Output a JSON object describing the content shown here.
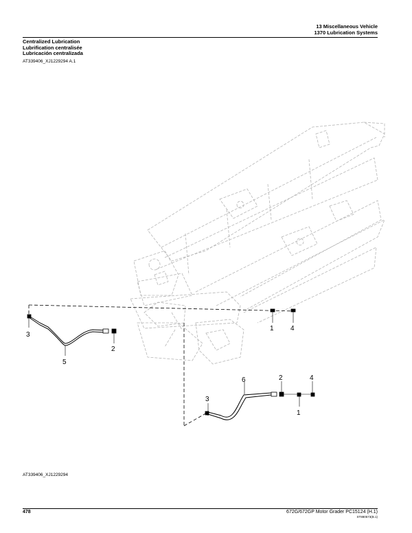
{
  "header": {
    "section": "13 Miscellaneous Vehicle",
    "group": "1370 Lubrication Systems"
  },
  "titles": {
    "en": "Centralized Lubrication",
    "fr": "Lubrification centralisée",
    "es": "Lubricación centralizada"
  },
  "figure": {
    "ref_top": "AT339406_XJ1229294 A.1",
    "ref_bottom": "AT339406_XJ1229294",
    "callouts": {
      "c1a": "1",
      "c4a": "4",
      "c3a": "3",
      "c5": "5",
      "c2a": "2",
      "c6": "6",
      "c2b": "2",
      "c4b": "4",
      "c3b": "3",
      "c1b": "1"
    }
  },
  "footer": {
    "page": "478",
    "doc": "672G/672GP Motor Grader   PC15124   (H.1)",
    "code": "ST880573(B.1)"
  }
}
